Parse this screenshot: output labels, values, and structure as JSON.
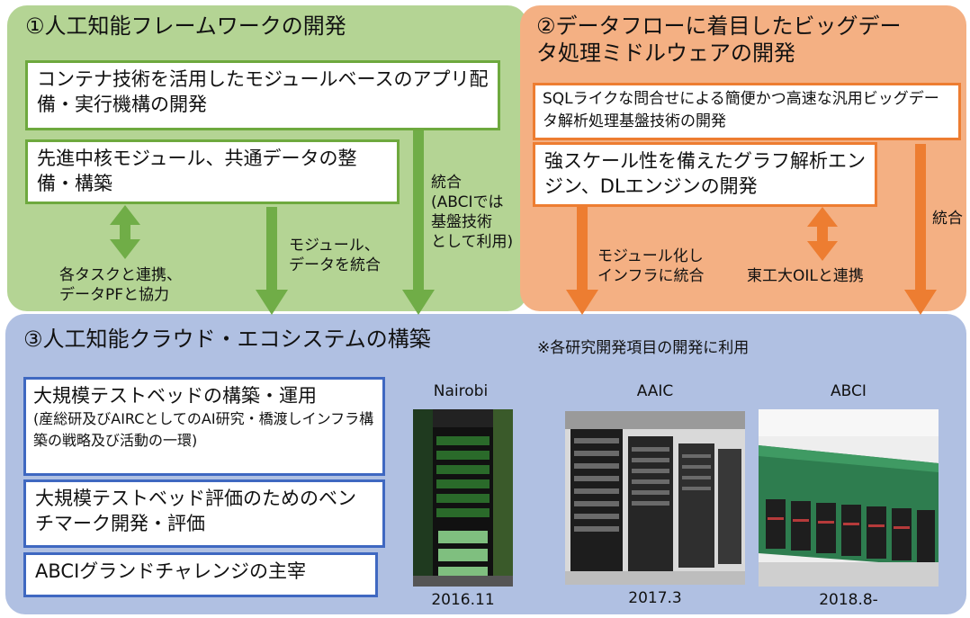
{
  "section1": {
    "title": "①人工知能フレームワークの開発",
    "box1": "コンテナ技術を活用したモジュールベースのアプリ配備・実行機構の開発",
    "box2": "先進中核モジュール、共通データの整備・構築",
    "note_link_line1": "各タスクと連携、",
    "note_link_line2": "データPFと協力",
    "note_module_line1": "モジュール、",
    "note_module_line2": "データを統合",
    "note_integrate_line1": "統合",
    "note_integrate_line2": "(ABCIでは",
    "note_integrate_line3": "基盤技術",
    "note_integrate_line4": "として利用)"
  },
  "section2": {
    "title_line1": "②データフローに着目したビッグデー",
    "title_line2": "タ処理ミドルウェアの開発",
    "box1": "SQLライクな問合せによる簡便かつ高速な汎用ビッグデータ解析処理基盤技術の開発",
    "box2": "強スケール性を備えたグラフ解析エンジン、DLエンジンの開発",
    "note_module_line1": "モジュール化し",
    "note_module_line2": "インフラに統合",
    "note_link": "東工大OILと連携",
    "note_integrate": "統合"
  },
  "section3": {
    "title": "③人工知能クラウド・エコシステムの構築",
    "note": "※各研究開発項目の開発に利用",
    "box1_main": "大規模テストベッドの構築・運用",
    "box1_sub": "(産総研及びAIRCとしてのAI研究・橋渡しインフラ構築の戦略及び活動の一環)",
    "box2": "大規模テストベッド評価のためのベンチマーク開発・評価",
    "box3": "ABCIグランドチャレンジの主宰",
    "systems": [
      {
        "name": "Nairobi",
        "date": "2016.11"
      },
      {
        "name": "AAIC",
        "date": "2017.3"
      },
      {
        "name": "ABCI",
        "date": "2018.8-"
      }
    ]
  },
  "colors": {
    "green_panel": "#b4d494",
    "green_arrow": "#70ad47",
    "orange_panel": "#f4b083",
    "orange_arrow": "#ed7d31",
    "blue_panel": "#b0c0e2",
    "blue_border": "#3f68c1"
  }
}
